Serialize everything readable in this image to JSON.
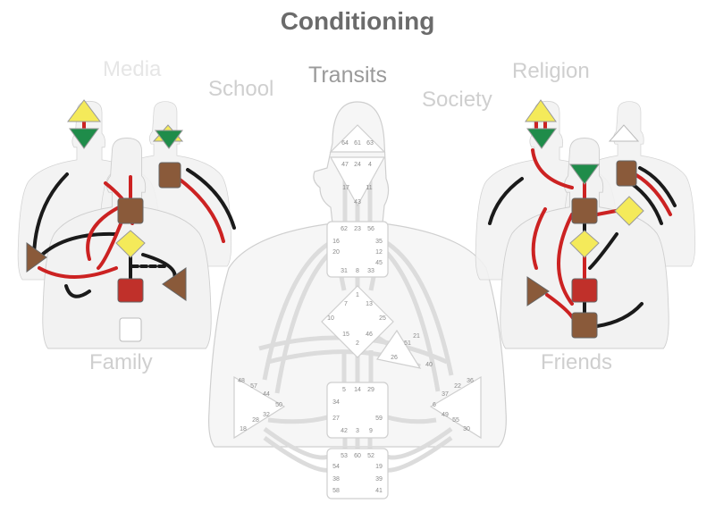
{
  "title": "Conditioning",
  "labels": {
    "media": "Media",
    "school": "School",
    "transits": "Transits",
    "society": "Society",
    "religion": "Religion",
    "family": "Family",
    "friends": "Friends"
  },
  "bodygraph_gates": {
    "head": [
      "64",
      "61",
      "63"
    ],
    "ajna": [
      "47",
      "24",
      "4",
      "17",
      "11",
      "43"
    ],
    "throat": [
      "62",
      "23",
      "56",
      "16",
      "35",
      "20",
      "12",
      "45",
      "31",
      "8",
      "33"
    ],
    "g_center": [
      "1",
      "7",
      "13",
      "10",
      "25",
      "15",
      "46",
      "2"
    ],
    "heart": [
      "21",
      "51",
      "26",
      "40"
    ],
    "spleen": [
      "48",
      "57",
      "44",
      "50",
      "32",
      "28",
      "18"
    ],
    "sacral": [
      "5",
      "14",
      "29",
      "34",
      "27",
      "59",
      "42",
      "3",
      "9"
    ],
    "solar_plexus": [
      "36",
      "22",
      "37",
      "6",
      "49",
      "55",
      "30"
    ],
    "root": [
      "53",
      "60",
      "52",
      "54",
      "19",
      "38",
      "39",
      "58",
      "41"
    ]
  },
  "colors": {
    "title": "#6b6b6b",
    "head_defined": "#f4ea5a",
    "ajna_defined": "#1f8c4a",
    "throat_defined": "#8a5a3a",
    "g_defined": "#f4ea5a",
    "root_defined": "#c0302a",
    "channel_red": "#cc2222",
    "channel_black": "#1a1a1a"
  }
}
